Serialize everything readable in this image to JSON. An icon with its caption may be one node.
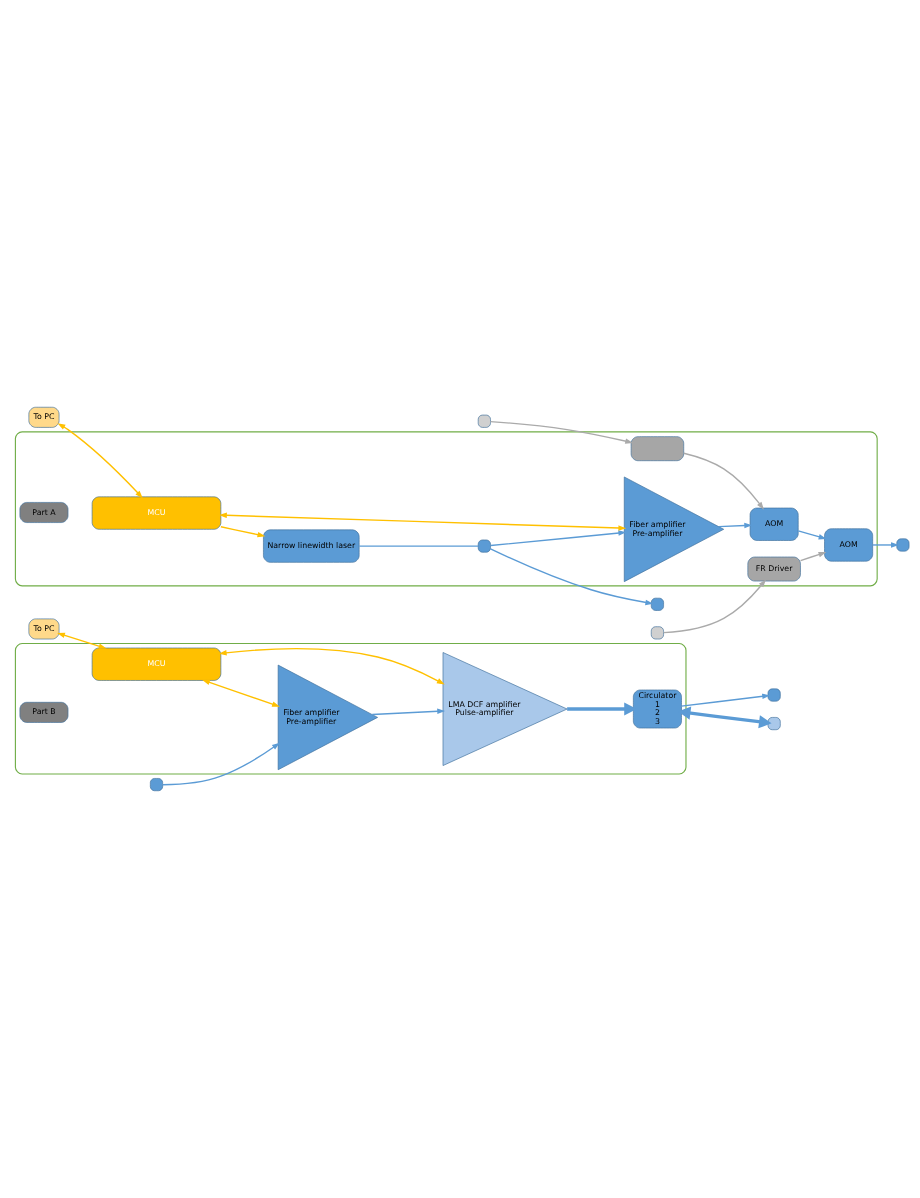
{
  "diagram": {
    "nodes": [
      {
        "text": [],
        "shape": "box"
      },
      {
        "text": [
          "Narrow linewidth laser"
        ],
        "in": 0
      },
      {
        "text": [],
        "shape": "box",
        "in": 0
      },
      {
        "text": [
          "Fiber amplifier",
          "Pre-amplifier"
        ],
        "in": 0
      },
      {
        "text": [
          "AOM"
        ],
        "in": 0
      },
      {
        "text": [
          "AOM"
        ],
        "in": 0
      },
      {
        "text": [],
        "shape": "box"
      },
      {
        "text": [],
        "shape": "box"
      },
      {
        "text": [],
        "shape": "box"
      },
      {
        "text": [],
        "shape": "box"
      },
      {
        "text": [],
        "shape": "box",
        "in": 0
      },
      {
        "text": [
          "FR Driver"
        ],
        "in": 0
      },
      {
        "text": [
          "To PC"
        ]
      },
      {
        "text": [
          "MCU"
        ],
        "in": 0
      },
      {
        "text": [
          "Part A"
        ],
        "in": 0
      },
      {
        "text": [],
        "shape": "box"
      },
      {
        "text": [],
        "shape": "box"
      },
      {
        "text": [
          "Fiber amplifier",
          "Pre-amplifier"
        ],
        "in": 15
      },
      {
        "text": [
          "LMA DCF amplifier",
          "Pulse-amplifier"
        ],
        "in": 15
      },
      {
        "text": [
          "Circulator",
          "1",
          "2",
          "3"
        ],
        "in": 15
      },
      {
        "text": [],
        "shape": "box"
      },
      {
        "text": [],
        "shape": "box"
      },
      {
        "text": [
          "To PC"
        ]
      },
      {
        "text": [
          "MCU"
        ],
        "in": 15
      },
      {
        "text": [
          "Part B"
        ],
        "in": 15
      }
    ],
    "edges": [
      {
        "from": 1,
        "to": 2,
        "arrow": "none"
      },
      {
        "from": 2,
        "to": 3,
        "arrow": "to"
      },
      {
        "from": 3,
        "to": 4,
        "arrow": "to"
      },
      {
        "from": 4,
        "to": 5,
        "arrow": "to"
      },
      {
        "from": 5,
        "to": 6,
        "arrow": "to"
      },
      {
        "from": 2,
        "to": 7,
        "arrow": "to"
      },
      {
        "from": 8,
        "to": 10,
        "arrow": "to",
        "color": "#aaaaaa"
      },
      {
        "from": 9,
        "to": 11,
        "arrow": "to",
        "color": "#aaaaaa"
      },
      {
        "from": 10,
        "to": 4,
        "arrow": "to",
        "color": "#aaaaaa"
      },
      {
        "from": 11,
        "to": 5,
        "arrow": "to",
        "color": "#aaaaaa"
      },
      {
        "from": 13,
        "to": 1,
        "arrow": "to",
        "color": "#ffc000"
      },
      {
        "from": 13,
        "to": 3,
        "arrow": "both",
        "color": "#ffc000"
      },
      {
        "from": 12,
        "to": 13,
        "arrow": "both",
        "color": "#ffc000"
      },
      {
        "from": 16,
        "to": 17,
        "arrow": "to"
      },
      {
        "from": 17,
        "to": 18,
        "arrow": "to"
      },
      {
        "from": 18,
        "to": 19,
        "arrow": "to",
        "style": "thick"
      },
      {
        "from": 19,
        "to": 20,
        "arrow": "both",
        "style": "thick"
      },
      {
        "from": 19,
        "to": 21,
        "arrow": "to"
      },
      {
        "from": 23,
        "to": 17,
        "arrow": "both",
        "color": "#ffc000"
      },
      {
        "from": 23,
        "to": 18,
        "arrow": "both",
        "color": "#ffc000"
      },
      {
        "from": 22,
        "to": 23,
        "arrow": "both",
        "color": "#ffc000"
      }
    ]
  }
}
